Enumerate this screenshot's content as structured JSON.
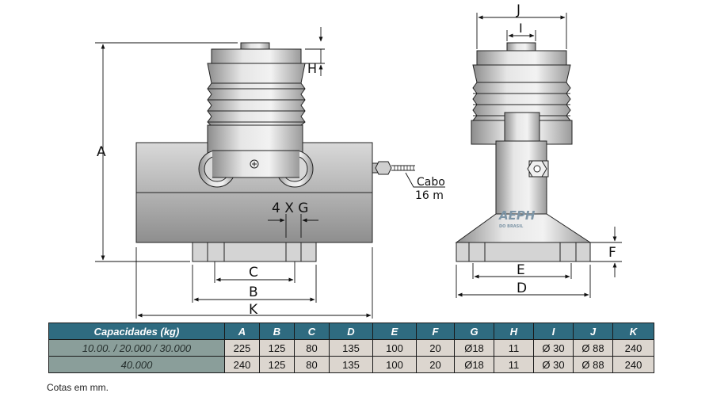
{
  "drawing": {
    "dimension_labels": {
      "A": "A",
      "B": "B",
      "C": "C",
      "D": "D",
      "E": "E",
      "F": "F",
      "H": "H",
      "I": "I",
      "J": "J",
      "K": "K",
      "G": "4 X G"
    },
    "cable_label": "Cabo",
    "cable_length": "16 m",
    "logo_text": "AEPH",
    "logo_subtext": "DO BRASIL"
  },
  "table": {
    "headers": [
      "Capacidades (kg)",
      "A",
      "B",
      "C",
      "D",
      "E",
      "F",
      "G",
      "H",
      "I",
      "J",
      "K"
    ],
    "rows": [
      [
        "10.00. / 20.000 / 30.000",
        "225",
        "125",
        "80",
        "135",
        "100",
        "20",
        "Ø18",
        "11",
        "Ø 30",
        "Ø 88",
        "240"
      ],
      [
        "40.000",
        "240",
        "125",
        "80",
        "135",
        "100",
        "20",
        "Ø18",
        "11",
        "Ø 30",
        "Ø 88",
        "240"
      ]
    ]
  },
  "note": "Cotas em mm."
}
